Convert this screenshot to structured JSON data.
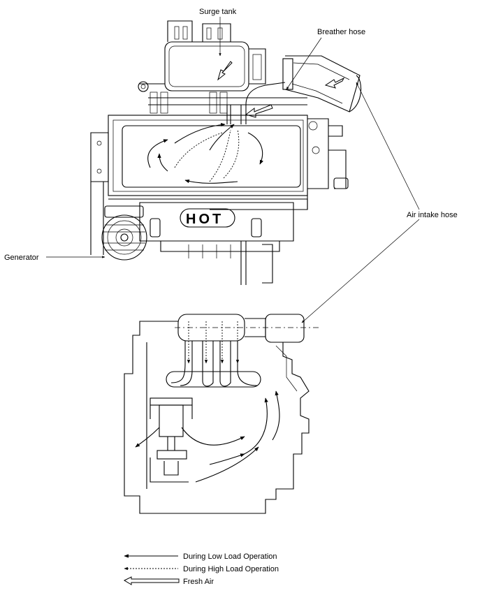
{
  "labels": {
    "surge_tank": "Surge tank",
    "breather_hose": "Breather hose",
    "air_intake_hose": "Air intake hose",
    "generator": "Generator",
    "hot": "HOT"
  },
  "legend": {
    "low_load": "During Low Load Operation",
    "high_load": "During High Load Operation",
    "fresh_air": "Fresh Air"
  }
}
